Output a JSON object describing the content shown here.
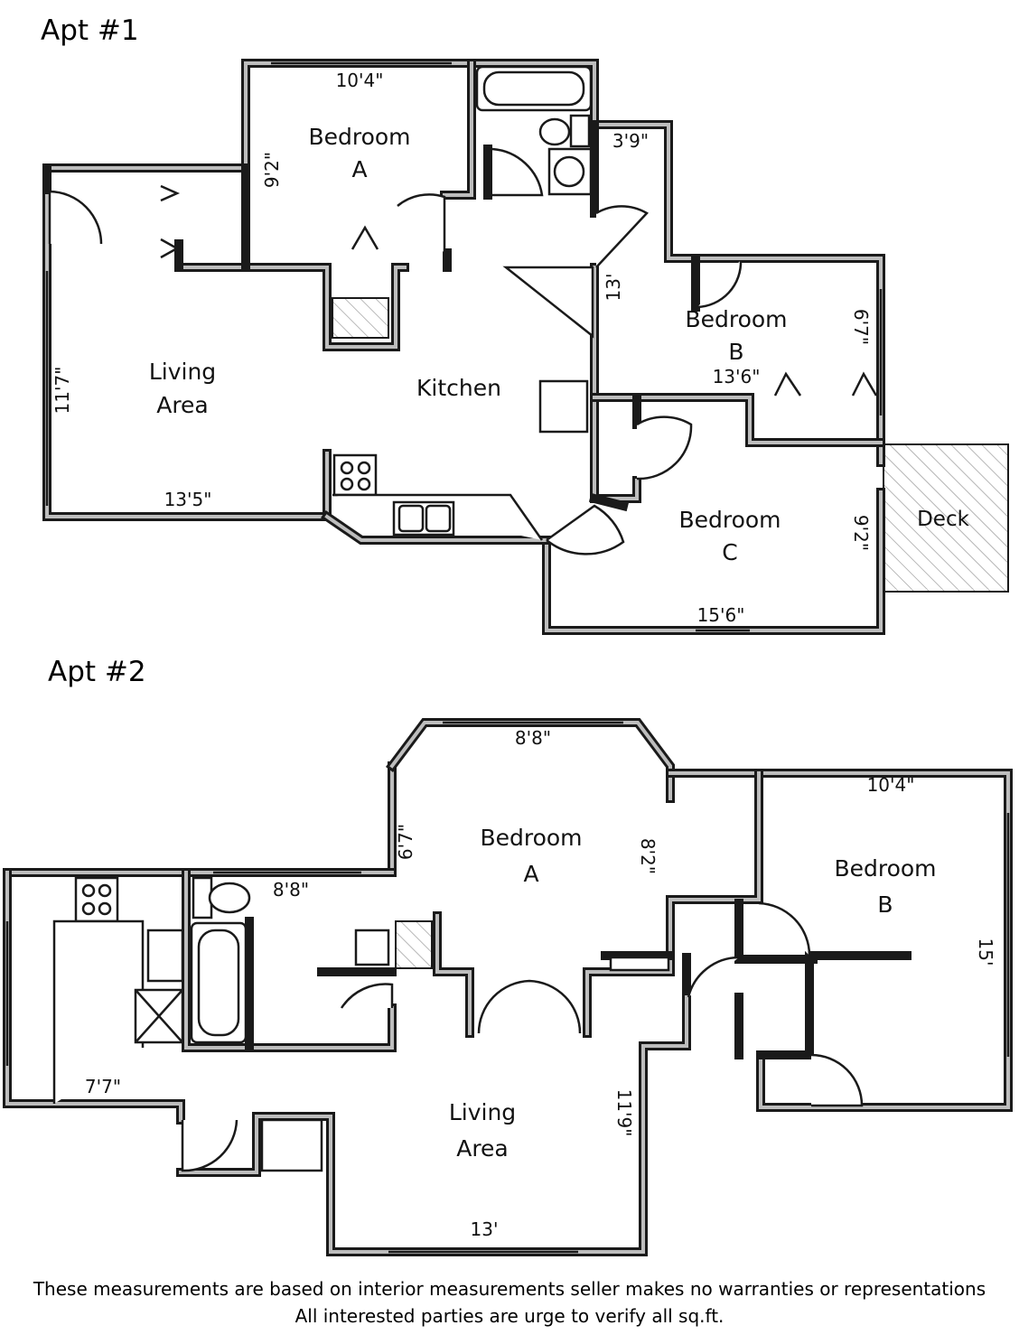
{
  "apt1": {
    "title": "Apt #1",
    "rooms": {
      "bedroom_a": [
        "Bedroom",
        "A"
      ],
      "bedroom_b": [
        "Bedroom",
        "B"
      ],
      "bedroom_c": [
        "Bedroom",
        "C"
      ],
      "living": [
        "Living",
        "Area"
      ],
      "kitchen": "Kitchen",
      "deck": "Deck"
    },
    "dims": {
      "bedroom_a_width": "10'4\"",
      "bedroom_a_depth": "9'2\"",
      "hall_width": "3'9\"",
      "hall_length": "13'",
      "bedroom_b_width": "13'6\"",
      "bedroom_b_depth": "6'7\"",
      "living_depth": "11'7\"",
      "living_width": "13'5\"",
      "bedroom_c_depth": "9'2\"",
      "bedroom_c_width": "15'6\""
    }
  },
  "apt2": {
    "title": "Apt #2",
    "rooms": {
      "bedroom_a": [
        "Bedroom",
        "A"
      ],
      "bedroom_b": [
        "Bedroom",
        "B"
      ],
      "living": [
        "Living",
        "Area"
      ]
    },
    "dims": {
      "bedroom_a_bay": "8'8\"",
      "bedroom_a_side": "6'7\"",
      "bedroom_a_depth": "8'2\"",
      "bath_width": "8'8\"",
      "bedroom_b_width": "10'4\"",
      "bedroom_b_depth": "15'",
      "kitchen_width": "7'7\"",
      "living_depth": "11'9\"",
      "living_width": "13'"
    }
  },
  "disclaimer": [
    "These measurements are based on interior measurements seller makes no warranties or representations",
    "All interested parties are urge to verify all sq.ft."
  ]
}
